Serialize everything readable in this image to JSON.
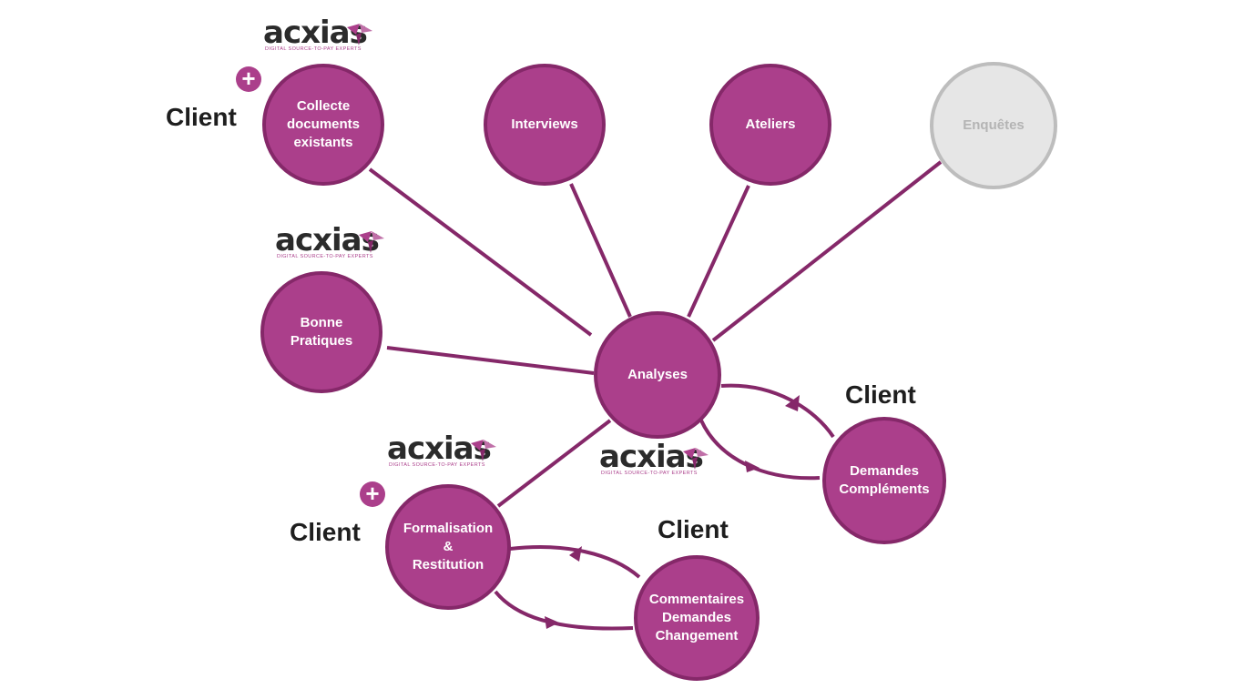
{
  "brand": {
    "name": "acxias",
    "tagline": "DIGITAL SOURCE-TO-PAY EXPERTS",
    "accent": "#ab3f8b",
    "accent_dark": "#852869"
  },
  "nodes": {
    "collecte": [
      "Collecte",
      "documents",
      "existants"
    ],
    "interviews": [
      "Interviews"
    ],
    "ateliers": [
      "Ateliers"
    ],
    "enquetes": [
      "Enquêtes"
    ],
    "bonnes": [
      "Bonne",
      "Pratiques"
    ],
    "analyses": [
      "Analyses"
    ],
    "demandes": [
      "Demandes",
      "Compléments"
    ],
    "formalisation": [
      "Formalisation",
      "&",
      "Restitution"
    ],
    "commentaires": [
      "Commentaires",
      "Demandes",
      "Changement"
    ]
  },
  "client_label": "Client",
  "plus_symbol": "+"
}
